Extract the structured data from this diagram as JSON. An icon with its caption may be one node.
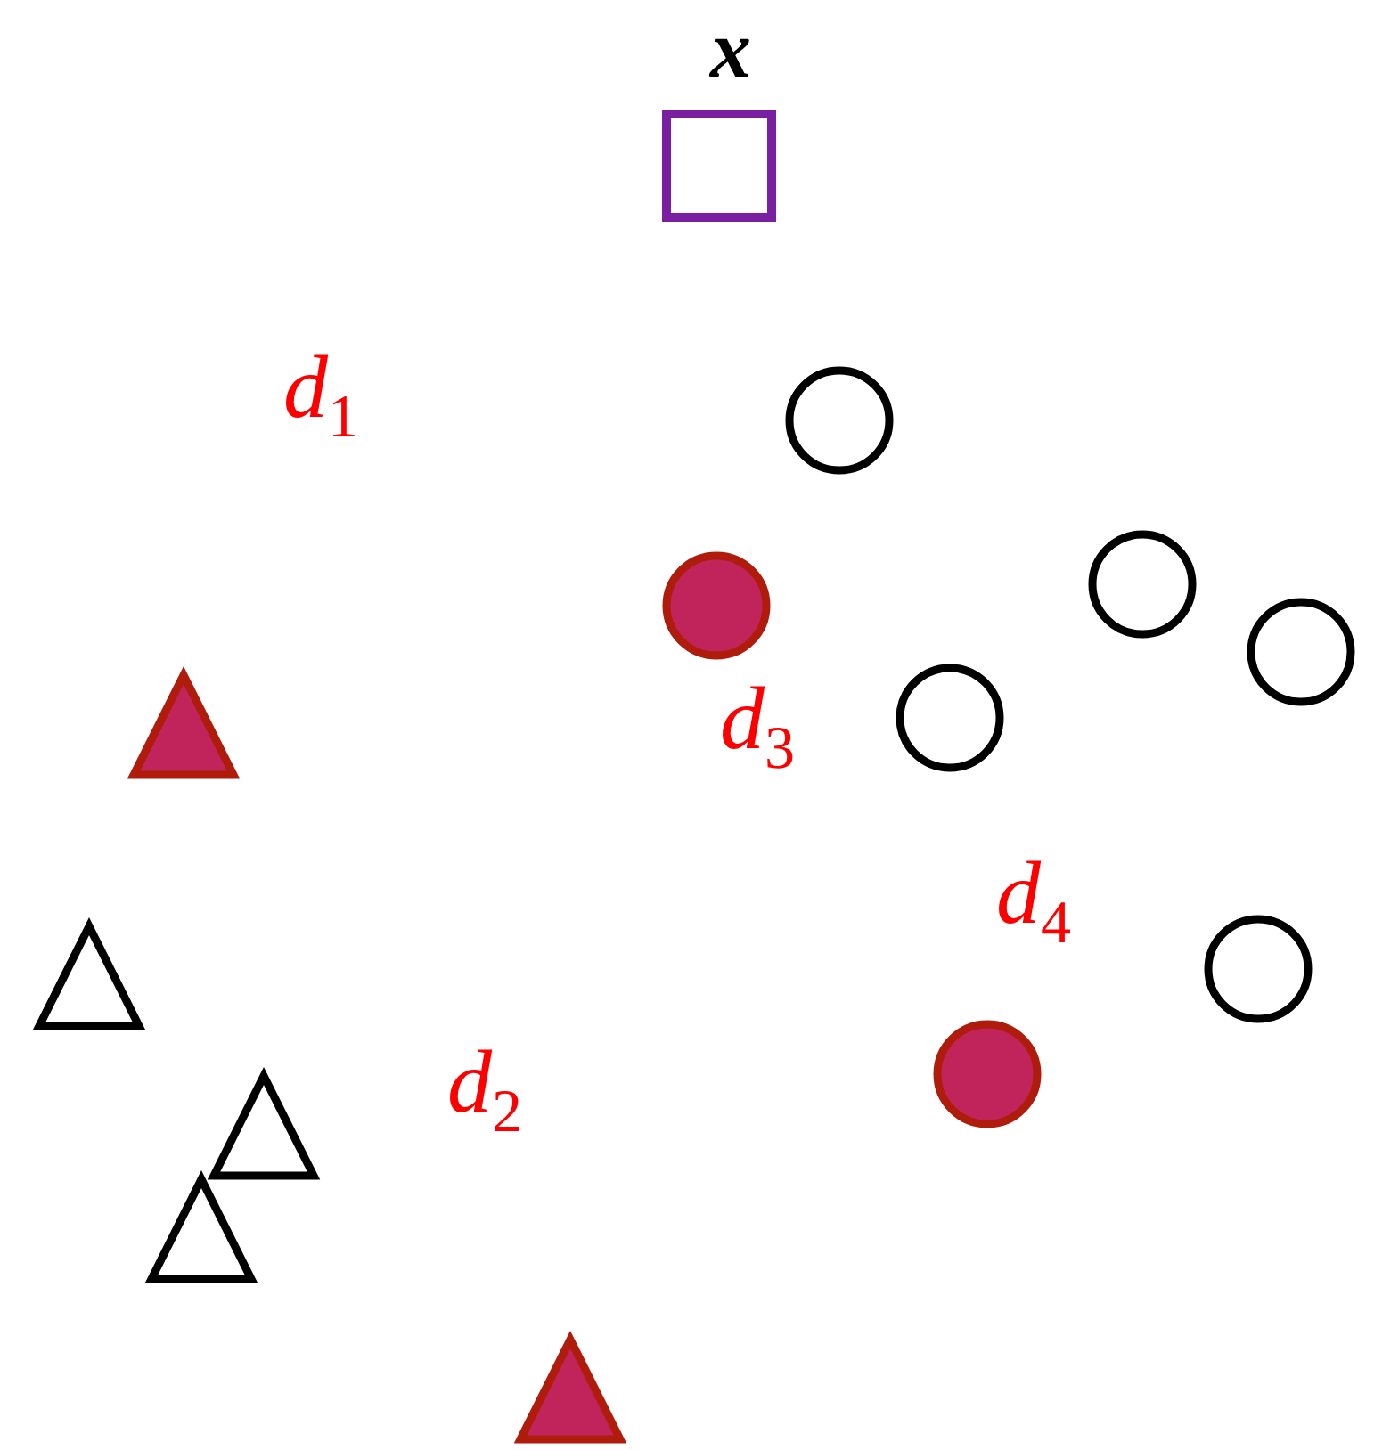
{
  "diagram": {
    "labels": [
      "x",
      "d$_{1}$",
      "d$_{3}$",
      "d$_{4}$",
      "d$_{2}$"
    ]
  }
}
